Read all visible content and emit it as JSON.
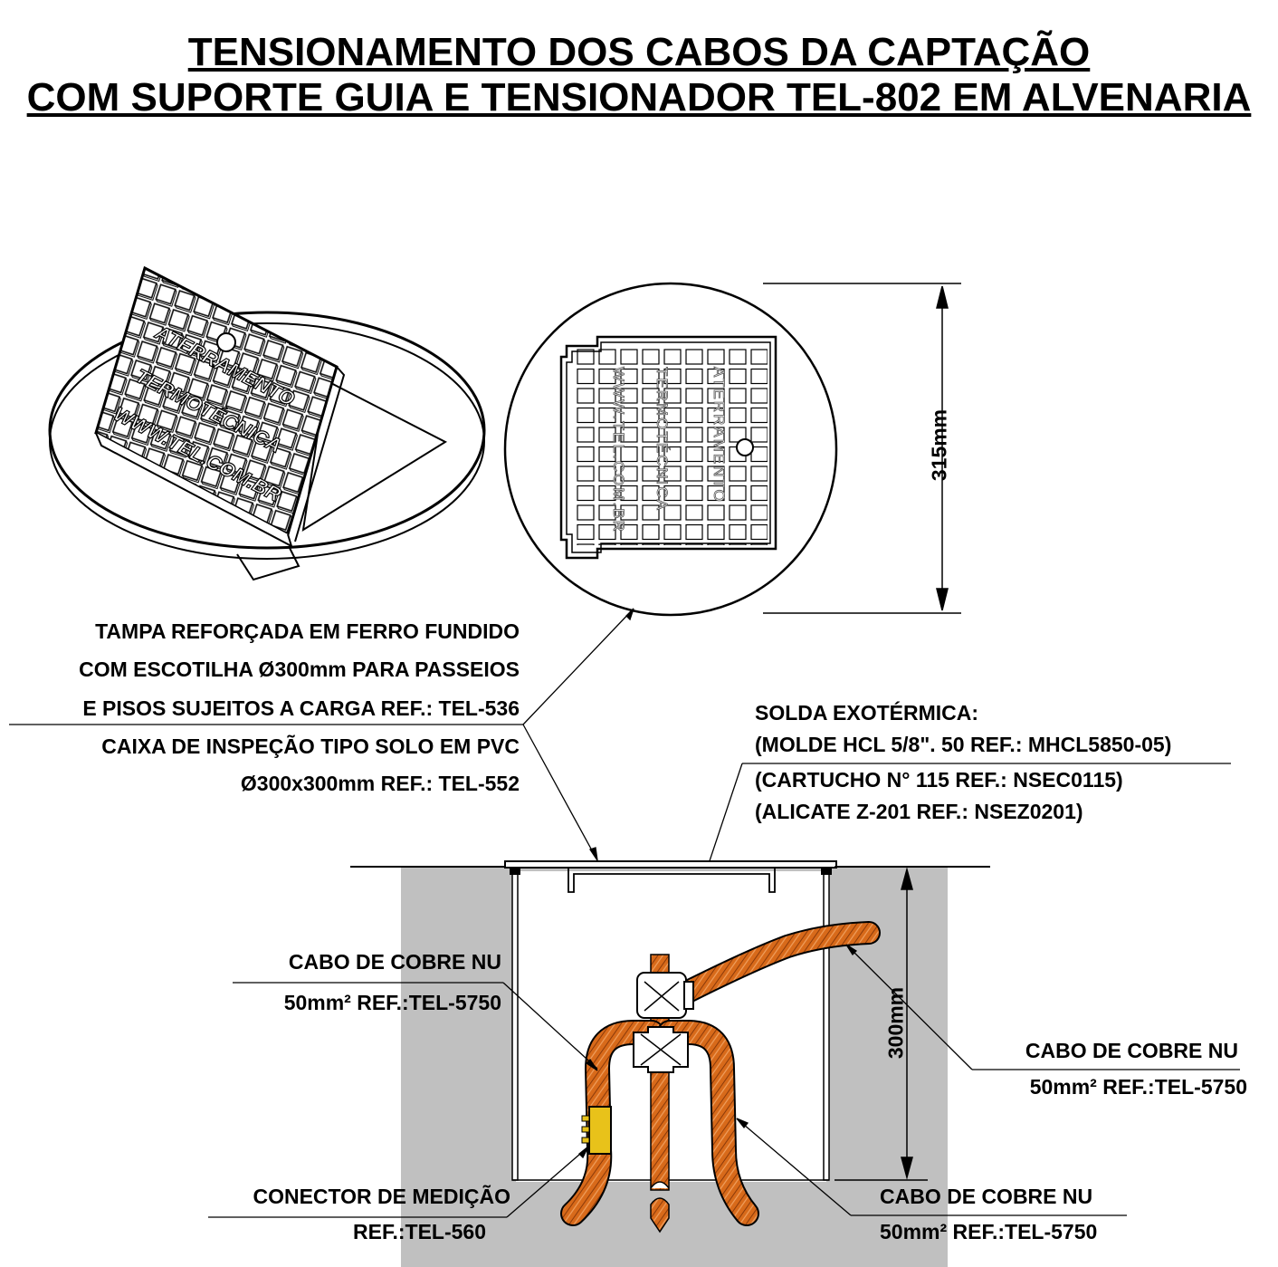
{
  "title": {
    "line1": "TENSIONAMENTO DOS CABOS DA CAPTAÇÃO",
    "line2": "COM SUPORTE GUIA E TENSIONADOR TEL-802 EM ALVENARIA"
  },
  "cover_marking": {
    "line1": "ATERRAMENTO",
    "line2": "TERMOTÉCNICA",
    "line3": "WWW.TEL.COM.BR"
  },
  "dimensions": {
    "cover": "315mm",
    "box": "300mm"
  },
  "labels": {
    "tampa": {
      "line1": "TAMPA REFORÇADA EM FERRO FUNDIDO",
      "line2": "COM ESCOTILHA Ø300mm PARA PASSEIOS",
      "line3": "E PISOS SUJEITOS A CARGA REF.: TEL-536"
    },
    "caixa": {
      "line1": "CAIXA DE INSPEÇÃO TIPO SOLO EM PVC",
      "line2": "Ø300x300mm REF.: TEL-552"
    },
    "solda": {
      "line1": "SOLDA EXOTÉRMICA:",
      "line2": "(MOLDE HCL 5/8\". 50 REF.: MHCL5850-05)",
      "line3": "(CARTUCHO N° 115 REF.: NSEC0115)",
      "line4": "(ALICATE Z-201 REF.: NSEZ0201)"
    },
    "cabo_left": {
      "line1": "CABO DE COBRE NU",
      "line2": "50mm² REF.:TEL-5750"
    },
    "cabo_right": {
      "line1": "CABO DE COBRE NU",
      "line2": "50mm² REF.:TEL-5750"
    },
    "cabo_bottom": {
      "line1": "CABO DE COBRE NU",
      "line2": "50mm² REF.:TEL-5750"
    },
    "conector": {
      "line1": "CONECTOR DE MEDIÇÃO",
      "line2": "REF.:TEL-560"
    }
  },
  "colors": {
    "soil": "#c0c0c0",
    "copper": "#d86a1a",
    "copper_dark": "#8a3a0a",
    "connector": "#e8c21a"
  }
}
